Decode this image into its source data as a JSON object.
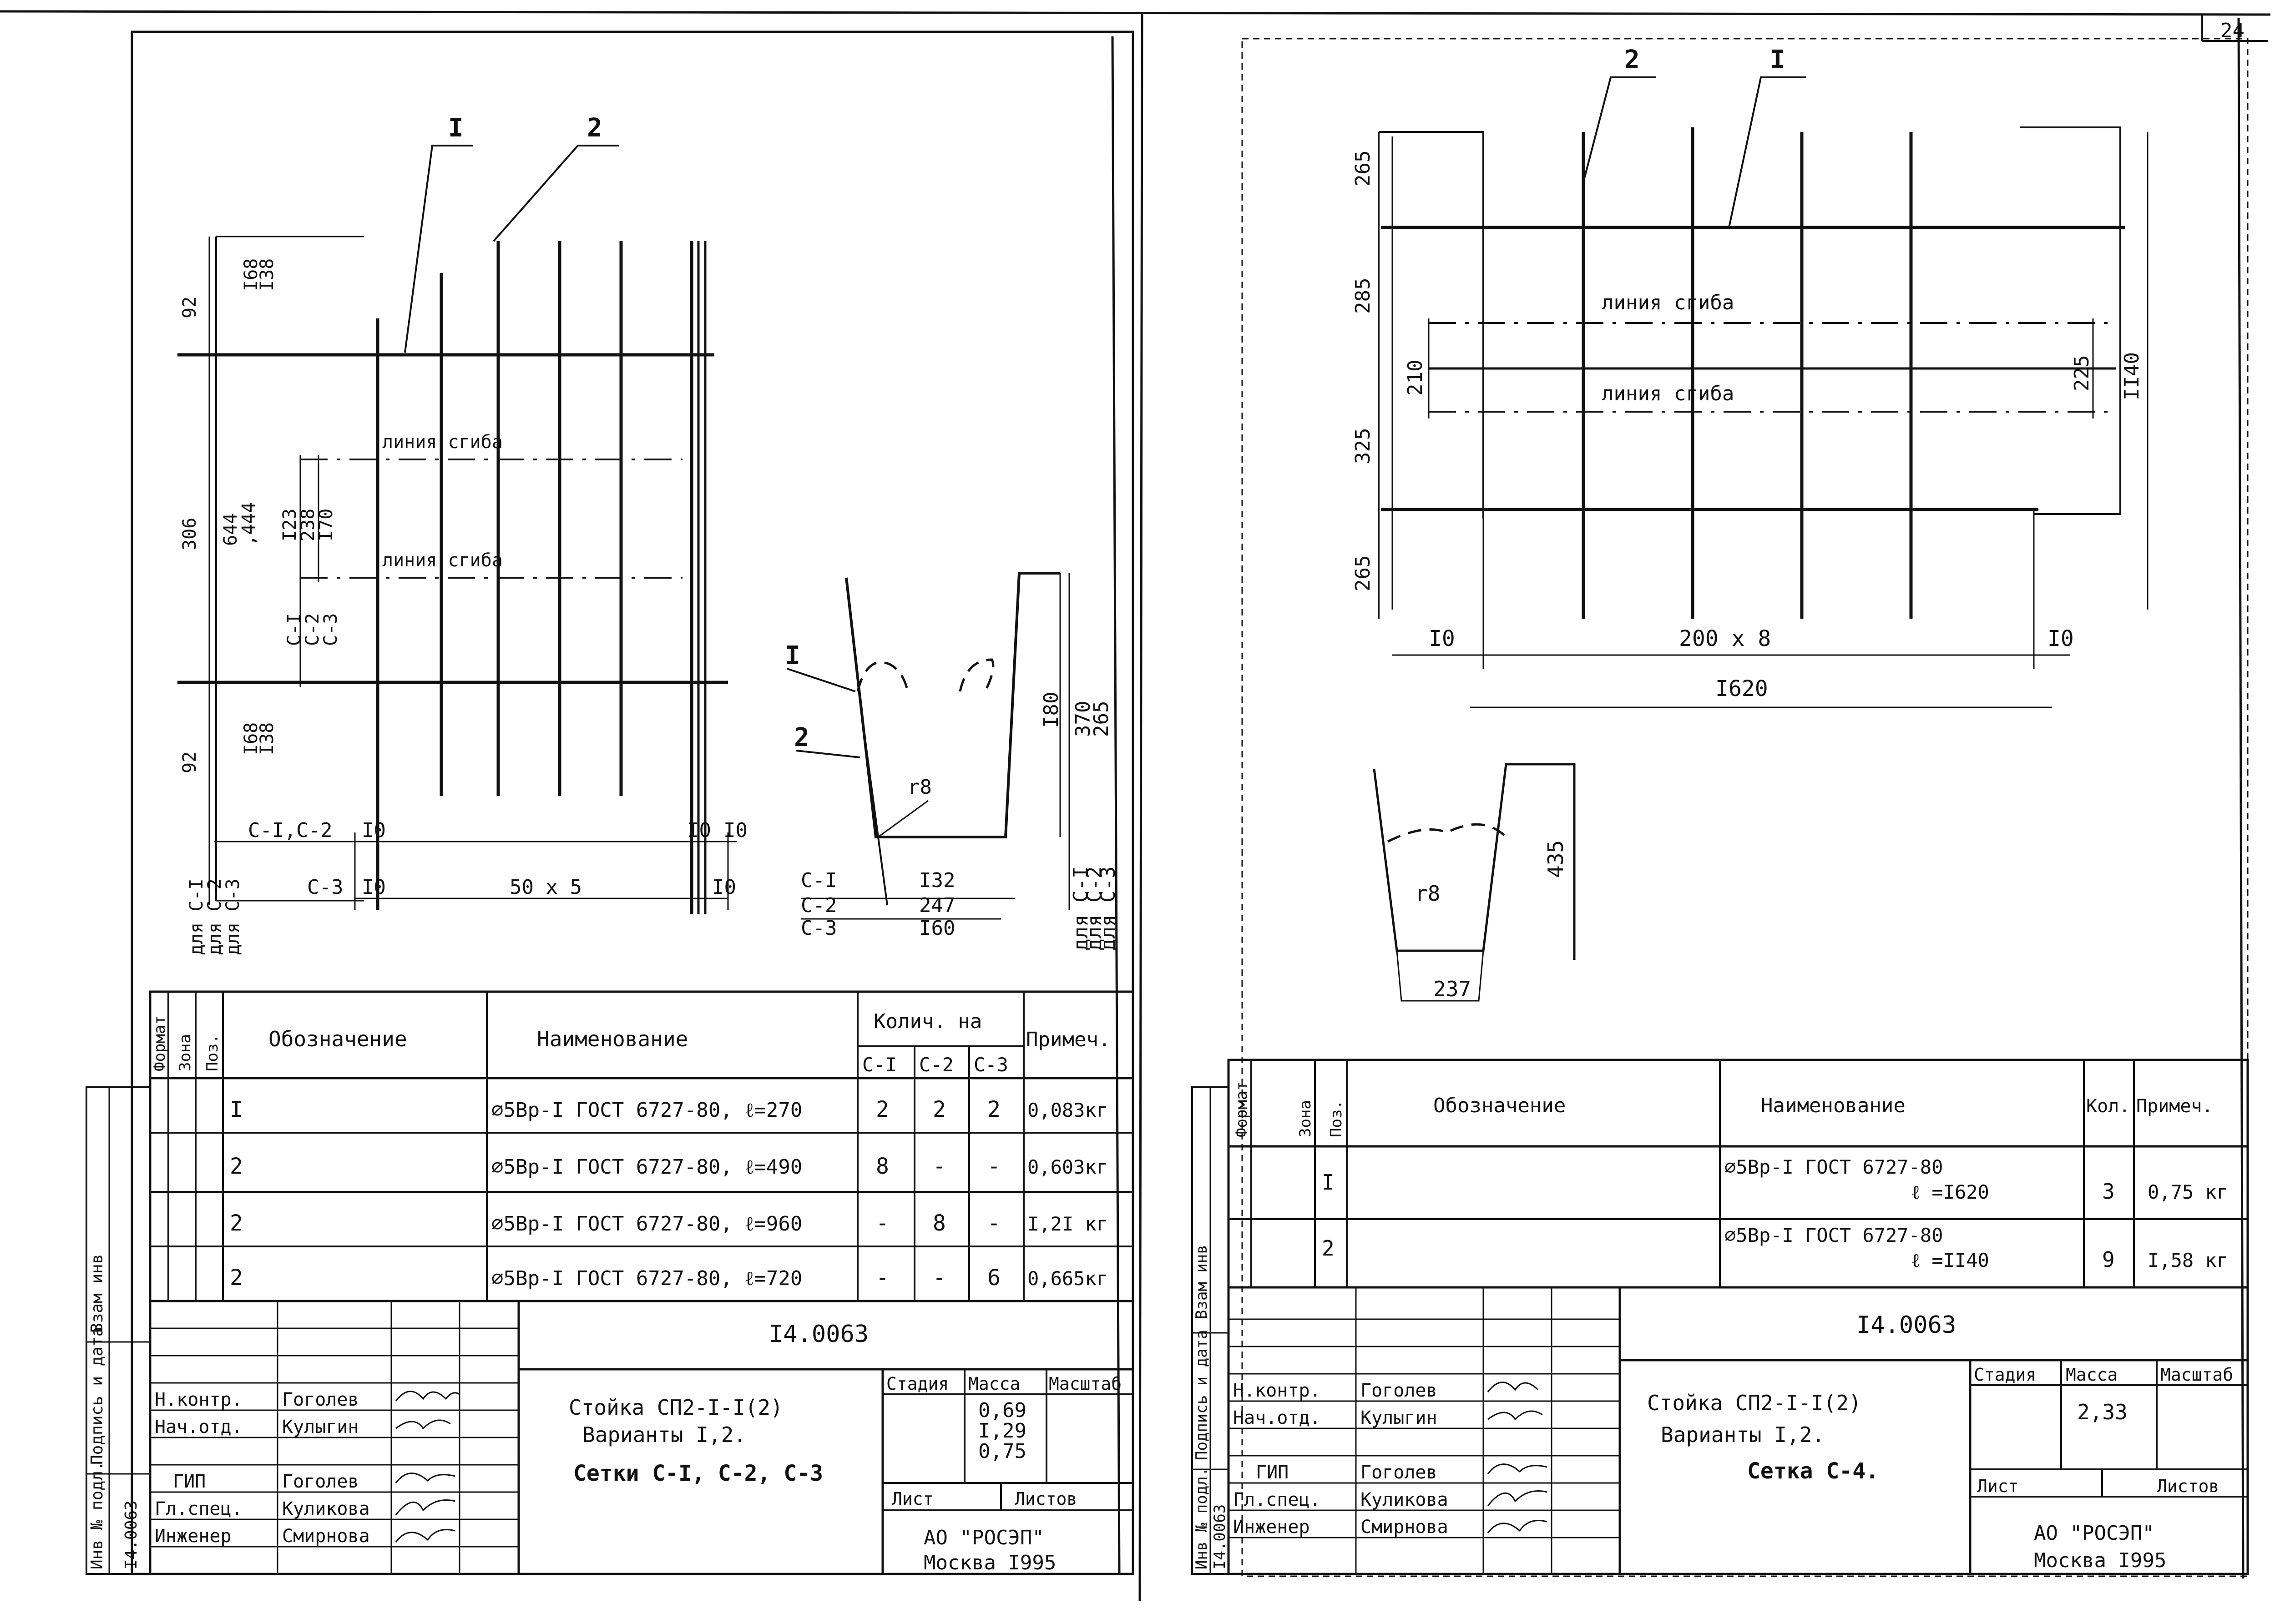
{
  "page_number": "24",
  "left_sheet": {
    "drawing": {
      "pos_labels": [
        "I",
        "2"
      ],
      "bend_line_1": "линия сгиба",
      "bend_line_2": "линия сгиба",
      "dim_top_92": "92",
      "dim_top_168": "I68",
      "dim_top_138": "I38",
      "dim_306": "306",
      "dim_644": "644",
      "dim_444": ",444",
      "dim_123": "I23",
      "dim_238": "238",
      "dim_170": "I70",
      "variants_cI": "С-I",
      "variants_c2": "С-2",
      "variants_c3": "С-3",
      "dim_bot_92": "92",
      "dim_bot_168": "I68",
      "dim_bot_138": "I38",
      "dim_row_c1c2": "С-I,С-2",
      "dim_row_c3": "С-3",
      "dim_10_a": "I0",
      "dim_10_b": "I0",
      "dim_10_c": "I0",
      "dim_10_d": "I0",
      "dim_10_e": "I0",
      "dim_50x5": "50 х 5",
      "side_for_c1": "для С-I",
      "side_for_c2": "для С-2",
      "side_for_c3": "для С-3",
      "sec_pos1": "I",
      "sec_pos2": "2",
      "sec_r8": "r8",
      "sec_180": "I80",
      "sec_370": "370",
      "sec_265": "265",
      "sec_c1": "С-I",
      "sec_c2": "С-2",
      "sec_c3": "С-3",
      "sec_132": "I32",
      "sec_247": "247",
      "sec_160": "I60",
      "sec_side_c1": "для С-I",
      "sec_side_c2": "для С-2",
      "sec_side_c3": "для С-3"
    },
    "spec": {
      "headers": {
        "format": "Формат",
        "zone": "Зона",
        "pos": "Поз.",
        "designation": "Обозначение",
        "name": "Наименование",
        "qty": "Колич. на",
        "note": "Примеч."
      },
      "qty_cols": [
        "С-I",
        "С-2",
        "С-3"
      ],
      "rows": [
        {
          "pos": "I",
          "name": "∅5Вр-I ГОСТ 6727-80, ℓ=270",
          "c1": "2",
          "c2": "2",
          "c3": "2",
          "note": "0,083кг"
        },
        {
          "pos": "2",
          "name": "∅5Вр-I ГОСТ 6727-80, ℓ=490",
          "c1": "8",
          "c2": "-",
          "c3": "-",
          "note": "0,603кг"
        },
        {
          "pos": "2",
          "name": "∅5Вр-I ГОСТ 6727-80, ℓ=960",
          "c1": "-",
          "c2": "8",
          "c3": "-",
          "note": "I,2I кг"
        },
        {
          "pos": "2",
          "name": "∅5Вр-I ГОСТ 6727-80, ℓ=720",
          "c1": "-",
          "c2": "-",
          "c3": "6",
          "note": "0,665кг"
        }
      ]
    },
    "title_block": {
      "doc_code": "I4.0063",
      "roles": [
        {
          "role": "Н.контр.",
          "name": "Гоголев"
        },
        {
          "role": "Нач.отд.",
          "name": "Кулыгин"
        },
        {
          "role": "ГИП",
          "name": "Гоголев"
        },
        {
          "role": "Гл.спец.",
          "name": "Куликова"
        },
        {
          "role": "Инженер",
          "name": "Смирнова"
        }
      ],
      "title_lines": [
        "Стойка СП2-I-I(2)",
        "Варианты I,2.",
        "Сетки С-I, С-2, С-3"
      ],
      "stage_label": "Стадия",
      "mass_label": "Масса",
      "scale_label": "Масштаб",
      "mass_values": [
        "0,69",
        "I,29",
        "0,75"
      ],
      "sheet_label": "Лист",
      "sheets_label": "Листов",
      "org": "АО \"РОСЭП\"",
      "city_year": "Москва  I995"
    },
    "side_stamp": {
      "inv_orig": "Инв № подл.",
      "sign_date": "Подпись и дата",
      "inv_copy": "Взам инв",
      "inv_value": "I4.0063"
    }
  },
  "right_sheet": {
    "drawing": {
      "pos_labels": [
        "2",
        "I"
      ],
      "bend_line_1": "линия сгиба",
      "bend_line_2": "линия сгиба",
      "dim_265_top": "265",
      "dim_285": "285",
      "dim_210": "210",
      "dim_325": "325",
      "dim_265_bot": "265",
      "dim_225": "225",
      "dim_1140": "II40",
      "dim_10_left": "I0",
      "dim_200x8": "200 х 8",
      "dim_10_right": "I0",
      "dim_1620": "I620",
      "sec_r8": "r8",
      "sec_435": "435",
      "sec_237": "237"
    },
    "spec": {
      "headers": {
        "format": "Формат",
        "zone": "Зона",
        "pos": "Поз.",
        "designation": "Обозначение",
        "name": "Наименование",
        "qty": "Кол.",
        "note": "Примеч."
      },
      "rows": [
        {
          "pos": "I",
          "name1": "∅5Вр-I ГОСТ 6727-80",
          "name2": "ℓ =I620",
          "qty": "3",
          "note": "0,75 кг"
        },
        {
          "pos": "2",
          "name1": "∅5Вр-I ГОСТ 6727-80",
          "name2": "ℓ =II40",
          "qty": "9",
          "note": "I,58 кг"
        }
      ]
    },
    "title_block": {
      "doc_code": "I4.0063",
      "roles": [
        {
          "role": "Н.контр.",
          "name": "Гоголев"
        },
        {
          "role": "Нач.отд.",
          "name": "Кулыгин"
        },
        {
          "role": "ГИП",
          "name": "Гоголев"
        },
        {
          "role": "Гл.спец.",
          "name": "Куликова"
        },
        {
          "role": "Инженер",
          "name": "Смирнова"
        }
      ],
      "title_lines": [
        "Стойка СП2-I-I(2)",
        "Варианты I,2.",
        "Сетка С-4."
      ],
      "stage_label": "Стадия",
      "mass_label": "Масса",
      "scale_label": "Масштаб",
      "mass_value": "2,33",
      "sheet_label": "Лист",
      "sheets_label": "Листов",
      "org": "АО \"РОСЭП\"",
      "city_year": "Москва  I995"
    },
    "side_stamp": {
      "inv_orig": "Инв № подл.",
      "sign_date": "Подпись и дата",
      "inv_copy": "Взам инв",
      "inv_value": "I4.0063"
    }
  }
}
